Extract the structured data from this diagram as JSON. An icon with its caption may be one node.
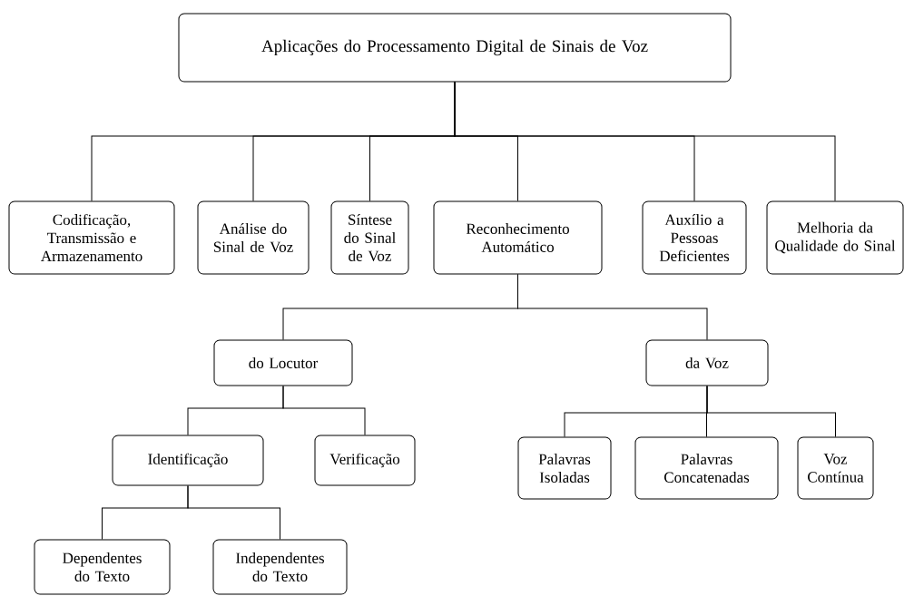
{
  "diagram": {
    "nodes": [
      {
        "text": [
          "Aplicações do Processamento Digital de Sinais de Voz"
        ]
      },
      {
        "text": [
          "Codificação, Transmissão e Armazenamento"
        ]
      },
      {
        "text": [
          "Análise do Sinal de Voz"
        ]
      },
      {
        "text": [
          "Síntese do Sinal de Voz"
        ]
      },
      {
        "text": [
          "Reconhecimento Automático"
        ]
      },
      {
        "text": [
          "Auxílio a Pessoas Deficientes"
        ]
      },
      {
        "text": [
          "Melhoria da Qualidade do Sinal"
        ]
      },
      {
        "text": [
          "do Locutor"
        ]
      },
      {
        "text": [
          "da Voz"
        ]
      },
      {
        "text": [
          "Identificação"
        ]
      },
      {
        "text": [
          "Verificação"
        ]
      },
      {
        "text": [
          "Palavras Isoladas"
        ]
      },
      {
        "text": [
          "Palavras Concatenadas"
        ]
      },
      {
        "text": [
          "Voz Contínua"
        ]
      },
      {
        "text": [
          "Dependentes do Texto"
        ]
      },
      {
        "text": [
          "Independentes do Texto"
        ]
      }
    ],
    "edges": [
      {
        "from": 0,
        "to": 1,
        "arrow": "none"
      },
      {
        "from": 0,
        "to": 2,
        "arrow": "none"
      },
      {
        "from": 0,
        "to": 3,
        "arrow": "none"
      },
      {
        "from": 0,
        "to": 4,
        "arrow": "none"
      },
      {
        "from": 0,
        "to": 5,
        "arrow": "none"
      },
      {
        "from": 0,
        "to": 6,
        "arrow": "none"
      },
      {
        "from": 4,
        "to": 7,
        "arrow": "none"
      },
      {
        "from": 4,
        "to": 8,
        "arrow": "none"
      },
      {
        "from": 7,
        "to": 9,
        "arrow": "none"
      },
      {
        "from": 7,
        "to": 10,
        "arrow": "none"
      },
      {
        "from": 8,
        "to": 11,
        "arrow": "none"
      },
      {
        "from": 8,
        "to": 12,
        "arrow": "none"
      },
      {
        "from": 8,
        "to": 13,
        "arrow": "none"
      },
      {
        "from": 9,
        "to": 14,
        "arrow": "none"
      },
      {
        "from": 9,
        "to": 15,
        "arrow": "none"
      }
    ]
  }
}
